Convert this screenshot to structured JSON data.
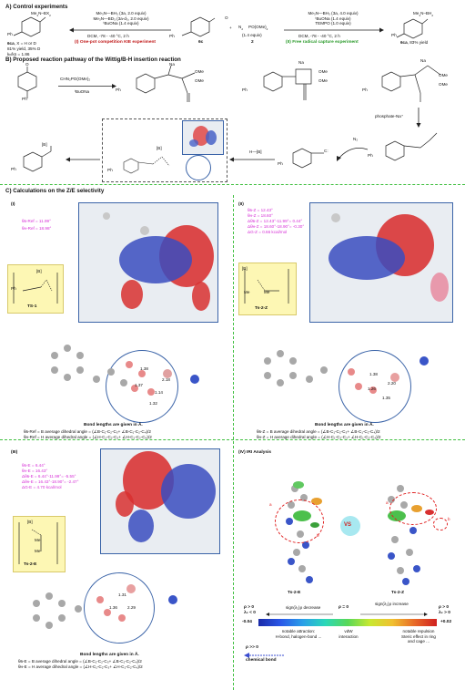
{
  "sections": {
    "A": "A) Control experiments",
    "B": "B) Proposed reaction pathway of the Wittig/B-H insertion reaction",
    "C": "C) Calculations on the Z/E selectivity"
  },
  "partA": {
    "left_reagents": [
      "Me₃N—BH₃ (3a, 2.0 equiv)",
      "Me₃N—BD₃ (3a-d₃, 2.0 equiv)",
      "ᵗBuONa (1.4 equiv)",
      "DCM, -78 - -40 °C, 2 h"
    ],
    "left_label": "(I) One-pot competition KIE experiment",
    "left_product_label": "6ca",
    "left_product_note": ", X = H or D",
    "left_yield": "81% yield, 35% D",
    "left_kie": "kₕ/kᴅ = 1.86",
    "sm_label": "6c",
    "reagent2_label": "(1.4 equiv)",
    "reagent2_num": "2",
    "right_reagents": [
      "Me₃N—BH₃ (3a, 4.0 equiv)",
      "ᵗBuONa (1.4 equiv)",
      "TEMPO (1.0 equiv)",
      "DCM, -78 - -40 °C, 2 h"
    ],
    "right_label": "(II) Free radical capture experiment",
    "right_product_label": "6ca",
    "right_yield": ", 83% yield"
  },
  "partB": {
    "reagent": "CHN₂PO(OMe)₂",
    "base": "ᵗBuONa",
    "phosphate": "phosphate-Na⁺",
    "n2": "N₂",
    "hb": "H—[B]"
  },
  "panelI": {
    "tag": "(I)",
    "theta_b": "θʙ-Ref = 11.99°",
    "theta_h": "θʜ-Ref = 18.98°",
    "ts": "TS-1",
    "bonds": [
      "1.38",
      "1.37",
      "2.18",
      "1.14",
      "1.32"
    ],
    "note": "Bond lengths are given in Å.",
    "def1": "θʙ-Ref = B average dihedral angle = (∠B-C₁-C₂-C₃+ ∠B-C₁-C₂-C₄)/2",
    "def2": "θʜ-Ref = H average dihedral angle = (∠H-C₁-C₂-C₃+ ∠H-C₁-C₂-C₄)/2"
  },
  "panelII": {
    "tag": "(II)",
    "lines": [
      "θʙ-Z = 12.43°",
      "θʜ-Z = 18.60°",
      "Δθʙ-Z = 12.43°-11.99°= 0.44°",
      "Δθʜ-Z = 18.60°-18.90°= -0.30°",
      "ΔG-Z = 0.66 kcal/mol"
    ],
    "ts": "Ts-2-Z",
    "bonds": [
      "1.38",
      "1.26",
      "2.20",
      "1.35"
    ],
    "note": "Bond lengths are given in Å.",
    "def1": "θʙ-Z = B average dihedral angle = (∠B-C₁-C₂-C₃+ ∠B-C₁-C₂-C₄)/2",
    "def2": "θʜ-Z = H average dihedral angle = (∠H-C₁-C₂-C₃+ ∠H-C₁-C₂-C₄)/2"
  },
  "panelIII": {
    "tag": "(III)",
    "lines": [
      "θʙ-E = 6.44°",
      "θʜ-E = 16.43°",
      "Δθʙ-E = 6.44°-11.99°= -5.55°",
      "Δθʜ-E = 16.43°-18.90°= -2.47°",
      "ΔG-E = 4.70 kcal/mol"
    ],
    "ts": "Ts-2-E",
    "bonds": [
      "1.31",
      "1.36",
      "2.29"
    ],
    "note": "Bond lengths are given in Å.",
    "def1": "θʙ-E = B average dihedral angle = (∠B-C₁-C₂-C₃+ ∠B-C₁-C₂-C₄)/2",
    "def2": "θʜ-E = H average dihedral angle = (∠H-C₁-C₂-C₃+ ∠H-C₁-C₂-C₄)/2"
  },
  "panelIV": {
    "tag": "(IV) IRI Analysis",
    "vs": "VS",
    "left_label": "Ts-2-E",
    "right_label": "Ts-2-Z",
    "legend": {
      "lt0": "ρ > 0",
      "lt0b": "λ₂ < 0",
      "mid_left": "sign(λ₂)ρ decrease",
      "rho0": "ρ = 0",
      "mid_right": "sign(λ₂)ρ increase",
      "rt0": "ρ > 0",
      "rt0b": "λ₂ > 0",
      "min": "-0.04",
      "max": "+0.02",
      "attr": "notable attraction:",
      "attr2": "H-bond, halogen-bond ...",
      "vdw": "vdW",
      "vdw2": "interaction",
      "rep": "notable repulsion",
      "rep2": "Steric effect in ring",
      "rep3": "and cage ...",
      "rho_big": "ρ >> 0",
      "chem": "chemical bond"
    }
  },
  "colors": {
    "accent": "#3fbf3f",
    "magenta": "#d62fd6",
    "frame": "#3b64a8",
    "highlight": "#fdf7b4"
  }
}
